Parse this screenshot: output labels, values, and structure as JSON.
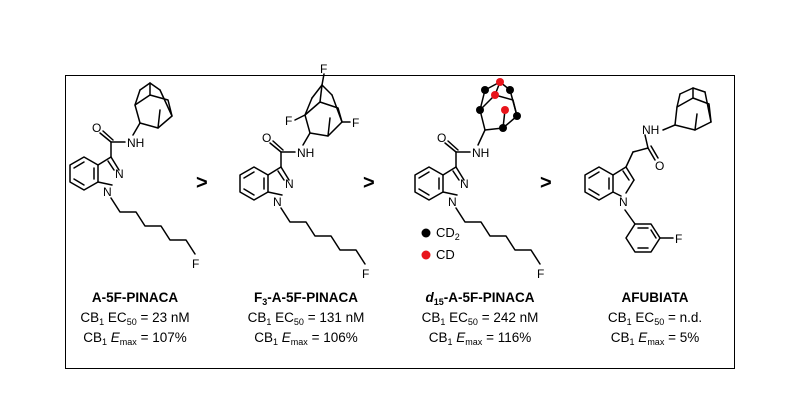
{
  "compounds": [
    {
      "name": "A-5F-PINACA",
      "name_sub": "",
      "name_pre": "",
      "ec50_label": "CB",
      "ec50_sub": "1",
      "ec50_text": " EC",
      "ec50_text_sub": "50",
      "ec50_value": " = 23 nM",
      "emax_label": "CB",
      "emax_sub": "1",
      "emax_e": " E",
      "emax_e_sub": "max",
      "emax_value": " = 107%"
    },
    {
      "name": "-A-5F-PINACA",
      "name_sub": "3",
      "name_pre": "F",
      "ec50_label": "CB",
      "ec50_sub": "1",
      "ec50_text": " EC",
      "ec50_text_sub": "50",
      "ec50_value": " = 131 nM",
      "emax_label": "CB",
      "emax_sub": "1",
      "emax_e": " E",
      "emax_e_sub": "max",
      "emax_value": " = 106%"
    },
    {
      "name": "-A-5F-PINACA",
      "name_sub": "15",
      "name_pre": "d",
      "ec50_label": "CB",
      "ec50_sub": "1",
      "ec50_text": " EC",
      "ec50_text_sub": "50",
      "ec50_value": " = 242 nM",
      "emax_label": "CB",
      "emax_sub": "1",
      "emax_e": " E",
      "emax_e_sub": "max",
      "emax_value": " = 116%"
    },
    {
      "name": "AFUBIATA",
      "name_sub": "",
      "name_pre": "",
      "ec50_label": "CB",
      "ec50_sub": "1",
      "ec50_text": " EC",
      "ec50_text_sub": "50",
      "ec50_value": " = n.d.",
      "emax_label": "CB",
      "emax_sub": "1",
      "emax_e": " E",
      "emax_e_sub": "max",
      "emax_value": " = 5%"
    }
  ],
  "comparators": [
    ">",
    ">",
    ">"
  ],
  "legend": {
    "cd2_label": "CD",
    "cd2_sub": "2",
    "cd2_color": "#000000",
    "cd_label": "CD",
    "cd_color": "#e8141b"
  },
  "atoms": {
    "n": "N",
    "nh": "NH",
    "o": "O",
    "f": "F"
  },
  "colors": {
    "deuterium_cd": "#e8141b",
    "deuterium_cd2": "#000000",
    "line": "#000000"
  }
}
